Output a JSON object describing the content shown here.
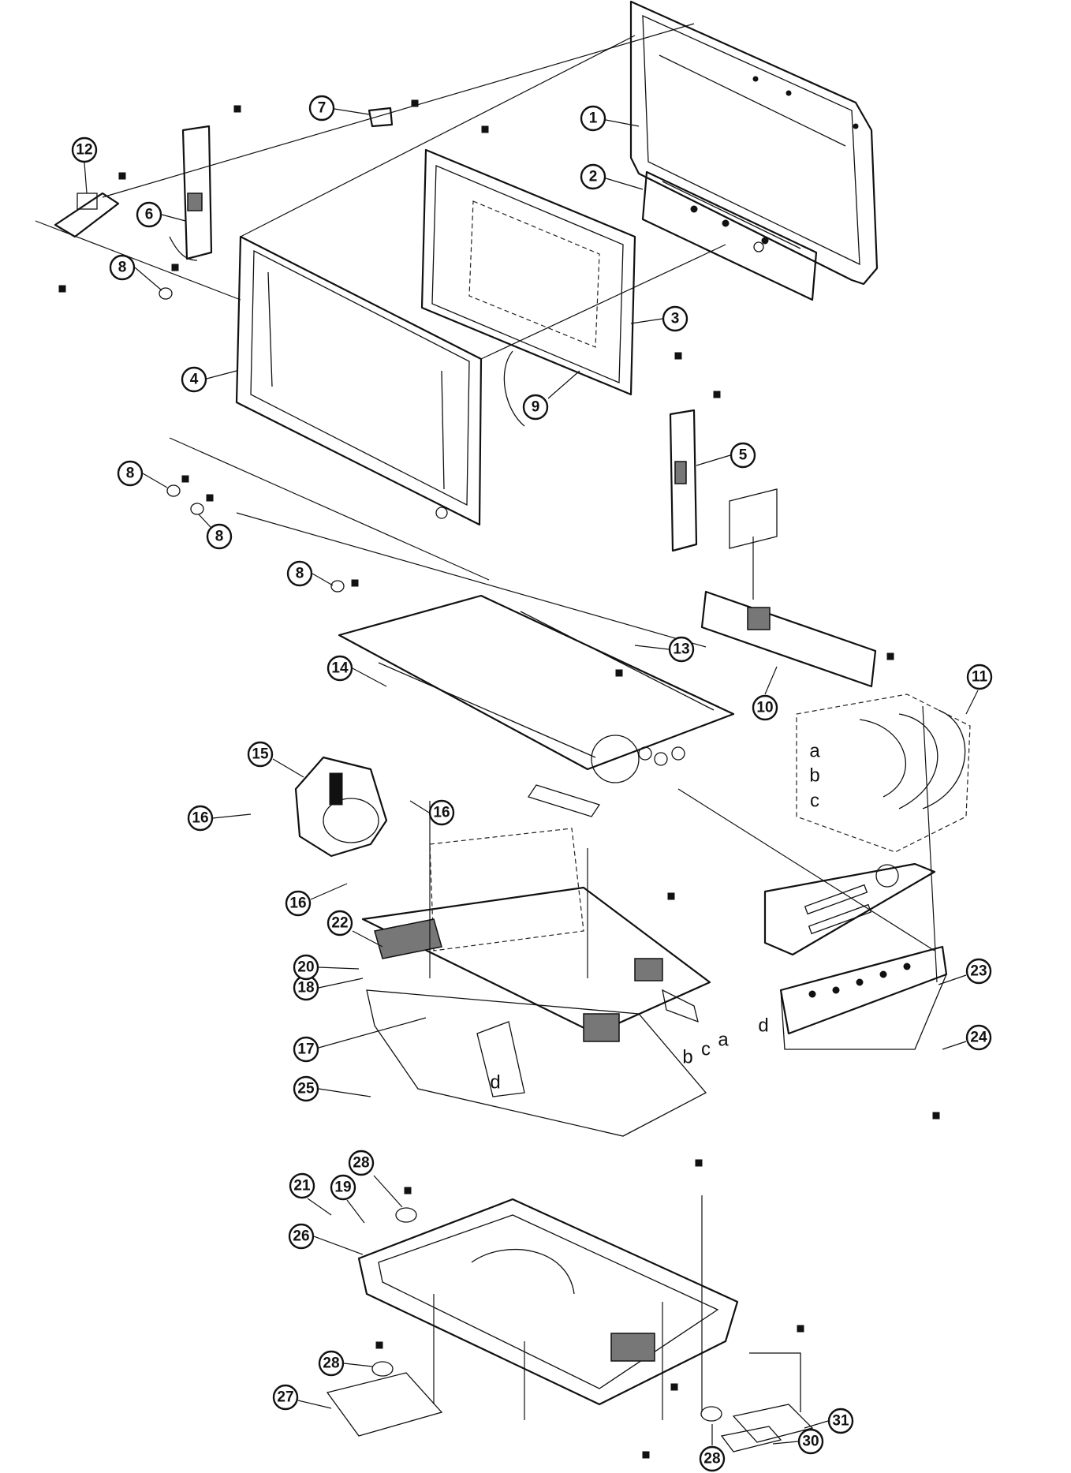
{
  "callouts": [
    "1",
    "2",
    "3",
    "4",
    "5",
    "6",
    "7",
    "8",
    "9",
    "10",
    "11",
    "12",
    "13",
    "14",
    "15",
    "16",
    "17",
    "18",
    "19",
    "20",
    "21",
    "22",
    "23",
    "24",
    "25",
    "26",
    "27",
    "28",
    "30",
    "31"
  ],
  "wire_labels": [
    "a",
    "b",
    "c",
    "d"
  ]
}
